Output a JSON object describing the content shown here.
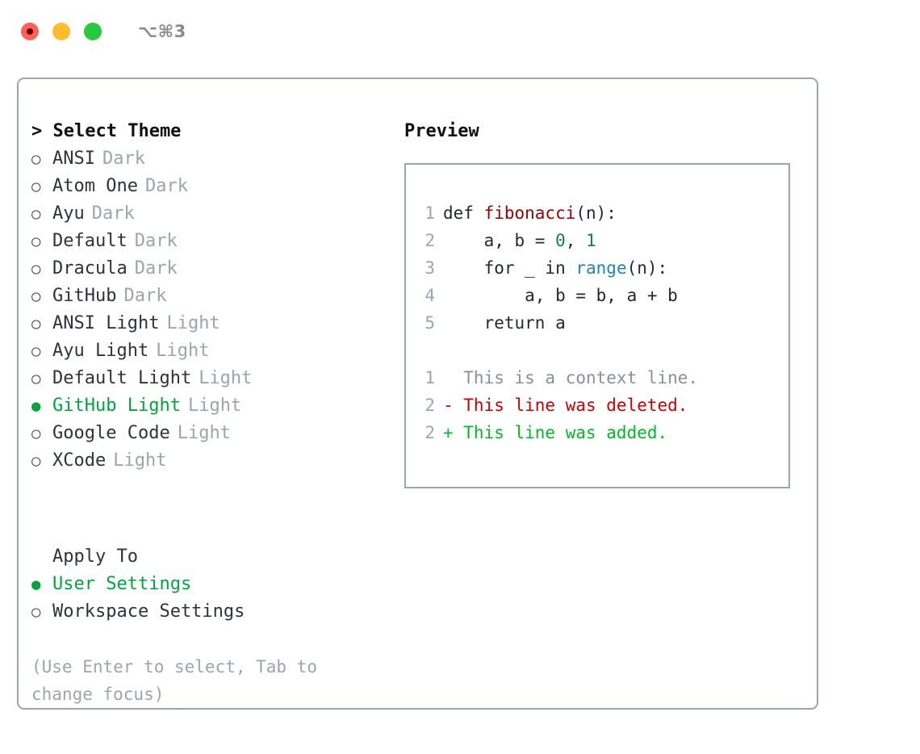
{
  "window": {
    "shortcut": "⌥⌘3",
    "traffic_lights": [
      {
        "name": "close",
        "color": "#ff6159"
      },
      {
        "name": "minimize",
        "color": "#febc2e"
      },
      {
        "name": "maximize",
        "color": "#28c840"
      }
    ]
  },
  "theme_panel": {
    "heading": "> Select Theme",
    "options": [
      {
        "bullet": "○",
        "name": "ANSI",
        "tag": "Dark",
        "selected": false
      },
      {
        "bullet": "○",
        "name": "Atom One",
        "tag": "Dark",
        "selected": false
      },
      {
        "bullet": "○",
        "name": "Ayu",
        "tag": "Dark",
        "selected": false
      },
      {
        "bullet": "○",
        "name": "Default",
        "tag": "Dark",
        "selected": false
      },
      {
        "bullet": "○",
        "name": "Dracula",
        "tag": "Dark",
        "selected": false
      },
      {
        "bullet": "○",
        "name": "GitHub",
        "tag": "Dark",
        "selected": false
      },
      {
        "bullet": "○",
        "name": "ANSI Light",
        "tag": "Light",
        "selected": false
      },
      {
        "bullet": "○",
        "name": "Ayu Light",
        "tag": "Light",
        "selected": false
      },
      {
        "bullet": "○",
        "name": "Default Light",
        "tag": "Light",
        "selected": false
      },
      {
        "bullet": "●",
        "name": "GitHub Light",
        "tag": "Light",
        "selected": true
      },
      {
        "bullet": "○",
        "name": "Google Code",
        "tag": "Light",
        "selected": false
      },
      {
        "bullet": "○",
        "name": "XCode",
        "tag": "Light",
        "selected": false
      }
    ]
  },
  "apply_to": {
    "label": "Apply To",
    "options": [
      {
        "bullet": "●",
        "name": "User Settings",
        "selected": true
      },
      {
        "bullet": "○",
        "name": "Workspace Settings",
        "selected": false
      }
    ]
  },
  "help": {
    "text": "(Use Enter to select, Tab to change focus)"
  },
  "preview": {
    "title": "Preview",
    "code_lines": [
      {
        "lineno": "1",
        "tokens": [
          {
            "text": "def ",
            "cls": "tok-plain"
          },
          {
            "text": "fibonacci",
            "cls": "tok-func"
          },
          {
            "text": "(n):",
            "cls": "tok-plain"
          }
        ]
      },
      {
        "lineno": "2",
        "tokens": [
          {
            "text": "    a, b = ",
            "cls": "tok-plain"
          },
          {
            "text": "0",
            "cls": "tok-num"
          },
          {
            "text": ", ",
            "cls": "tok-plain"
          },
          {
            "text": "1",
            "cls": "tok-num"
          }
        ]
      },
      {
        "lineno": "3",
        "tokens": [
          {
            "text": "    for _ in ",
            "cls": "tok-plain"
          },
          {
            "text": "range",
            "cls": "tok-call"
          },
          {
            "text": "(n):",
            "cls": "tok-plain"
          }
        ]
      },
      {
        "lineno": "4",
        "tokens": [
          {
            "text": "        a, b = b, a + b",
            "cls": "tok-plain"
          }
        ]
      },
      {
        "lineno": "5",
        "tokens": [
          {
            "text": "    return a",
            "cls": "tok-plain"
          }
        ]
      }
    ],
    "diff_lines": [
      {
        "lineno": "1",
        "prefix": "  ",
        "text": "This is a context line.",
        "kind": "ctx"
      },
      {
        "lineno": "2",
        "prefix": "- ",
        "text": "This line was deleted.",
        "kind": "del"
      },
      {
        "lineno": "2",
        "prefix": "+ ",
        "text": "This line was added.",
        "kind": "add"
      }
    ]
  },
  "colors": {
    "accent_green": "#00a63c",
    "border": "#9aa5b1",
    "muted": "#9aa5b1",
    "diff_add": "#00bb22",
    "diff_del": "#cc0000",
    "syntax_function": "#9a0000",
    "syntax_number": "#0f7b7b",
    "syntax_call": "#1a87b8"
  }
}
